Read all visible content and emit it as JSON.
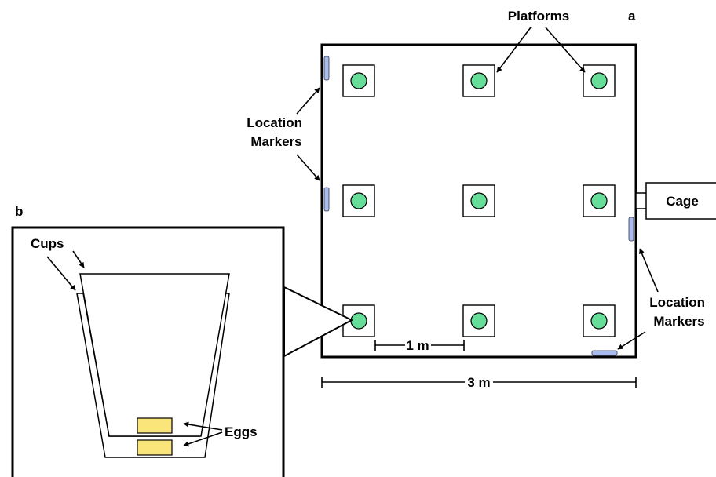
{
  "panel_a": {
    "panel_label": "a",
    "platforms_label": "Platforms",
    "location_markers_left": [
      "Location",
      "Markers"
    ],
    "location_markers_right": [
      "Location",
      "Markers"
    ],
    "cage_label": "Cage",
    "scale_1m": "1 m",
    "scale_3m": "3 m"
  },
  "panel_b": {
    "panel_label": "b",
    "cups_label": "Cups",
    "eggs_label": "Eggs"
  },
  "colors": {
    "platform_fill": "#66dd99",
    "marker_fill": "#a9bcf0",
    "egg_fill": "#fae57a",
    "stroke": "#000000"
  }
}
